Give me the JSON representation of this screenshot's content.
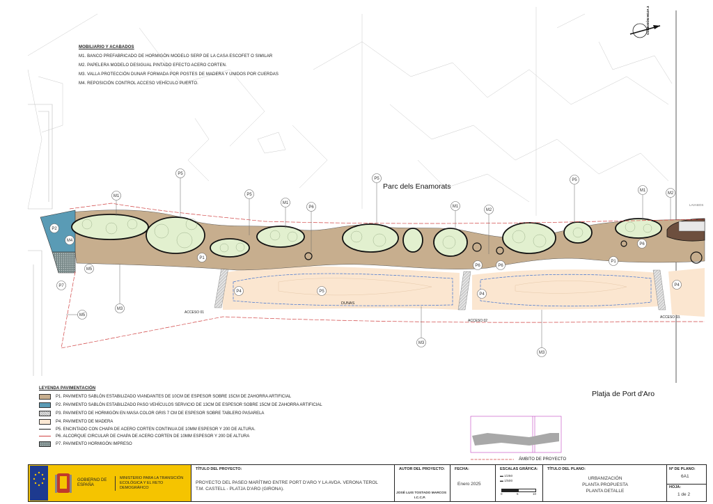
{
  "mobiliario": {
    "title": "MOBILIARIO Y ACABADOS",
    "items": [
      "M1. BANCO PREFABRICADO DE HORMIGÓN MODELO SERP DE LA CASA ESCOFET O SIMILAR",
      "M2. PAPELERA MODELO DESIGUAL PINTADO EFECTO ACERO CORTEN.",
      "M3. VALLA PROTECCIÓN DUNAR FORMADA POR POSTES DE MADERA Y UNIDOS POR CUERDAS",
      "M4. REPOSICIÓN CONTROL ACCESO VEHÍCULO PUERTO."
    ]
  },
  "map_labels": {
    "park": "Parc dels Enamorats",
    "beach": "Platja de Port d'Aro",
    "dunas": "DUNAS",
    "acceso_01": "ACCESO 01",
    "acceso_02": "ACCESO 02",
    "acceso_03": "ACCESO 03.",
    "lavabos": "LAVABOS",
    "conexion": "CONEXIÓN HOJA 2"
  },
  "tags": {
    "p1": "P1",
    "p2": "P2",
    "p4": "P4",
    "p5": "P5",
    "p6": "P6",
    "p7": "P7",
    "m1": "M1",
    "m2": "M2",
    "m3": "M3",
    "m4": "M4",
    "m5": "M5"
  },
  "legend": {
    "title": "LEYENDA PAVIMENTACIÓN",
    "items": [
      {
        "text": "P1.  PAVIMENTO SABLÓN ESTABILIZADO VIANDANTES DE 10CM DE ESPESOR SOBRE 15CM DE ZAHORRA ARTIFICIAL",
        "color": "#c7ae8e",
        "kind": "fill"
      },
      {
        "text": "P2.  PAVIMENTO SABLÓN ESTABILIZADO PASO VEHÍCULOS SERVICIO DE 13CM DE ESPESOR SOBRE 15CM DE ZAHORRA ARTIFICIAL",
        "color": "#5a9bb5",
        "kind": "fill"
      },
      {
        "text": "P3.  PAVIMENTO DE HORMIGÓN EN MASA COLOR GRIS 7 CM DE ESPESOR SOBRE TABLERO PASARELA",
        "color": "#d9d9d9",
        "kind": "hatch"
      },
      {
        "text": "P4.  PAVIMENTO DE MADERA",
        "color": "#fbe8d3",
        "kind": "fill"
      },
      {
        "text": "P5.  ENCINTADO CON CHAPA DE ACERO CORTEN CONTINUA DE 10MM ESPESOR Y 200 DE ALTURA.",
        "color": "#1a1a1a",
        "kind": "line"
      },
      {
        "text": "P6.  ALCORQUE CIRCULAR DE CHAPA DE ACERO CORTEN DE 10MM ESPESOR Y 200 DE ALTURA",
        "color": "#d04040",
        "kind": "thinline"
      },
      {
        "text": "P7.  PAVIMENTO HORMIGÓN IMPRESO",
        "color": "#6c7b7b",
        "kind": "dots"
      }
    ]
  },
  "ambito": "ÁMBITO DE PROYECTO",
  "titleblock": {
    "gobierno": "GOBIERNO DE ESPAÑA",
    "ministerio": "MINISTERIO PARA LA TRANSICIÓN ECOLÓGICA Y EL RETO DEMOGRÁFICO",
    "titulo_head": "TÍTULO DEL PROYECTO:",
    "titulo_1": "PROYECTO DEL PASEO MARÍTIMO ENTRE PORT D'ARO Y LA AVDA. VERONA TEROL",
    "titulo_2": "T.M. CASTELL - PLATJA D'ARO (GIRONA).",
    "autor_head": "AUTOR DEL PROYECTO:",
    "autor_name": "JOSÉ LUIS TOSTADO MARCOS",
    "autor_title": "I.C.C.P.",
    "fecha_head": "FECHA:",
    "fecha": "Enero 2025",
    "escalas_head": "ESCALAS GRÁFICA:",
    "escala_a1": "1/250",
    "escala_a3": "1/500",
    "escala_0": "0",
    "escala_5": "5",
    "escala_10": "10",
    "plano_head": "TÍTULO DEL PLANO:",
    "plano_1": "URBANIZACIÓN",
    "plano_2": "PLANTA PROPUESTA",
    "plano_3": "PLANTA DETALLE",
    "num_head": "Nº DE PLANO:",
    "num": "6A1",
    "hoja_head": "HOJA:",
    "hoja": "1 de 2"
  }
}
